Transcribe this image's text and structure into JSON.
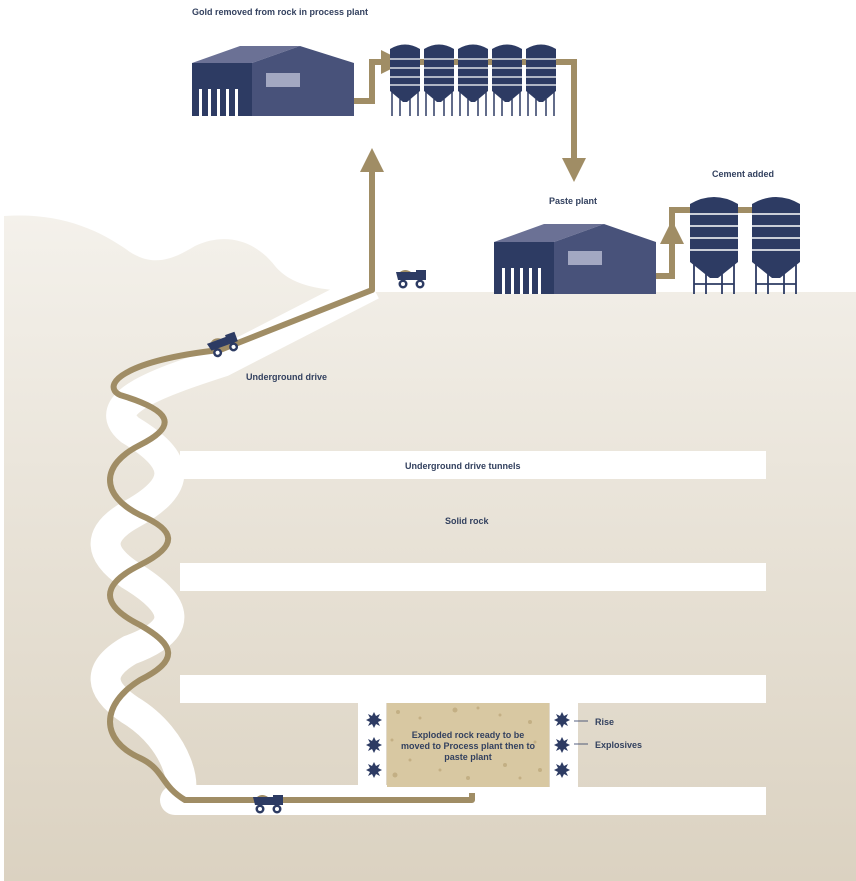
{
  "labels": {
    "process_plant": "Gold removed from rock in process plant",
    "cement_added": "Cement added",
    "paste_plant": "Paste plant",
    "underground_drive": "Underground drive",
    "underground_drive_tunnels": "Underground drive tunnels",
    "solid_rock": "Solid rock",
    "exploded_rock": "Exploded rock ready to be moved to Process plant then to paste plant",
    "rise": "Rise",
    "explosives": "Explosives"
  },
  "colors": {
    "navy": "#2d3b63",
    "building_side": "#48527a",
    "roof": "#6b7195",
    "gold_path": "#a08d65",
    "ground_top": "#f3f0ea",
    "ground_bottom": "#dcd3c3",
    "rubble": "#d8c8a2",
    "label_text": "#33415f"
  },
  "icons": [
    "process-plant-icon",
    "silo-icon",
    "paste-plant-icon",
    "cement-silo-icon",
    "haul-truck-icon",
    "explosive-burst-icon"
  ]
}
